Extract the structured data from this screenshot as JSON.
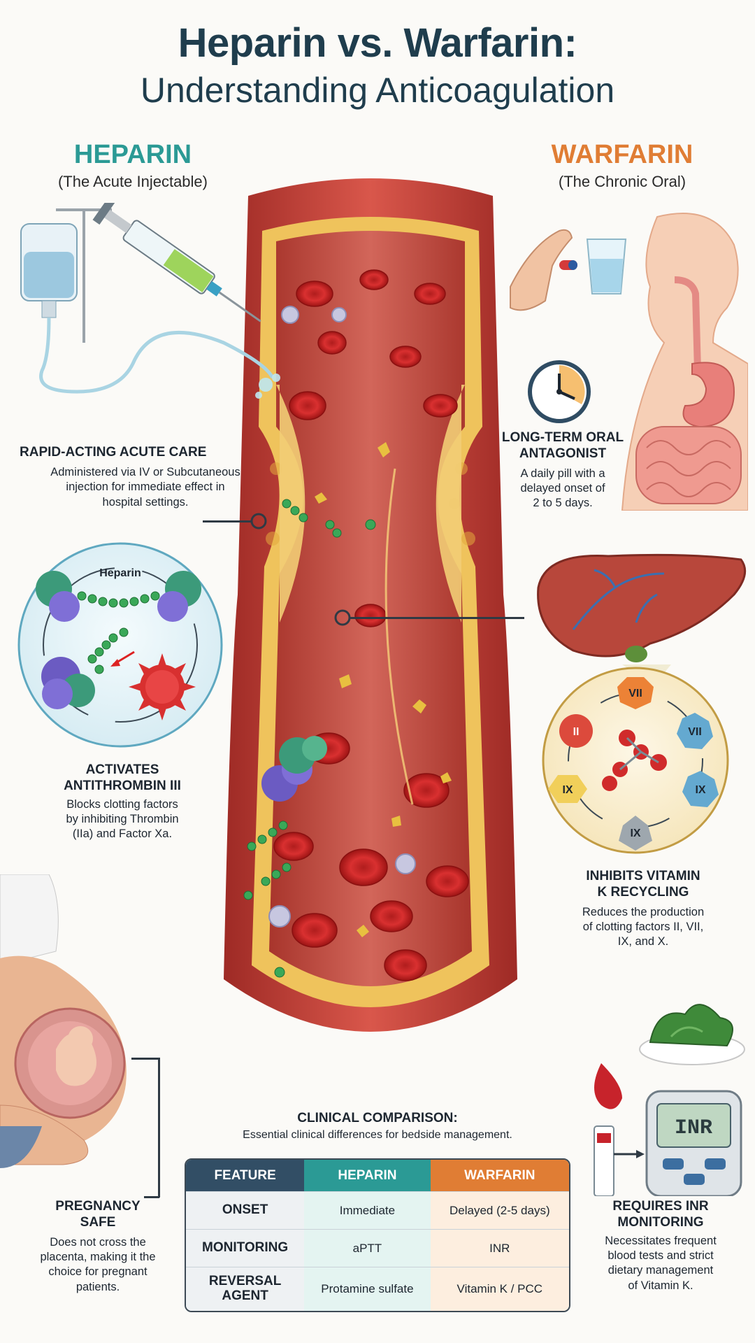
{
  "title": {
    "line1": "Heparin vs. Warfarin:",
    "line2": "Understanding Anticoagulation"
  },
  "heparin": {
    "name": "HEPARIN",
    "subtitle": "(The Acute Injectable)",
    "color": "#2b9a95",
    "acute": {
      "heading": "RAPID-ACTING ACUTE CARE",
      "body": [
        "Administered via IV or Subcutaneous",
        "injection for immediate effect in",
        "hospital settings."
      ]
    },
    "molecule_label": "Heparin",
    "mechanism": {
      "heading": [
        "ACTIVATES",
        "ANTITHROMBIN III"
      ],
      "body": [
        "Blocks clotting factors",
        "by inhibiting Thrombin",
        "(IIa) and Factor Xa."
      ]
    },
    "pregnancy": {
      "heading": [
        "PREGNANCY",
        "SAFE"
      ],
      "body": [
        "Does not cross the",
        "placenta, making it the",
        "choice for pregnant",
        "patients."
      ]
    }
  },
  "warfarin": {
    "name": "WARFARIN",
    "subtitle": "(The Chronic Oral)",
    "color": "#e07d34",
    "oral": {
      "heading": [
        "LONG-TERM ORAL",
        "ANTAGONIST"
      ],
      "body": [
        "A daily pill with a",
        "delayed onset of",
        "2 to 5 days."
      ]
    },
    "factors": [
      "VII",
      "II",
      "VII",
      "IX",
      "IX",
      "IX"
    ],
    "mechanism": {
      "heading": [
        "INHIBITS VITAMIN",
        "K RECYCLING"
      ],
      "body": [
        "Reduces the production",
        "of clotting factors II, VII,",
        "IX, and X."
      ]
    },
    "meter_display": "INR",
    "monitoring": {
      "heading": [
        "REQUIRES INR",
        "MONITORING"
      ],
      "body": [
        "Necessitates frequent",
        "blood tests and strict",
        "dietary management",
        "of Vitamin K."
      ]
    }
  },
  "clinical": {
    "heading": "CLINICAL COMPARISON:",
    "subheading": "Essential clinical differences for bedside management.",
    "columns": [
      "FEATURE",
      "HEPARIN",
      "WARFARIN"
    ],
    "rows": [
      {
        "feature": "ONSET",
        "heparin": "Immediate",
        "warfarin": "Delayed (2-5 days)"
      },
      {
        "feature": "MONITORING",
        "heparin": "aPTT",
        "warfarin": "INR"
      },
      {
        "feature": "REVERSAL AGENT",
        "heparin": "Protamine sulfate",
        "warfarin": "Vitamin K / PCC"
      }
    ]
  }
}
